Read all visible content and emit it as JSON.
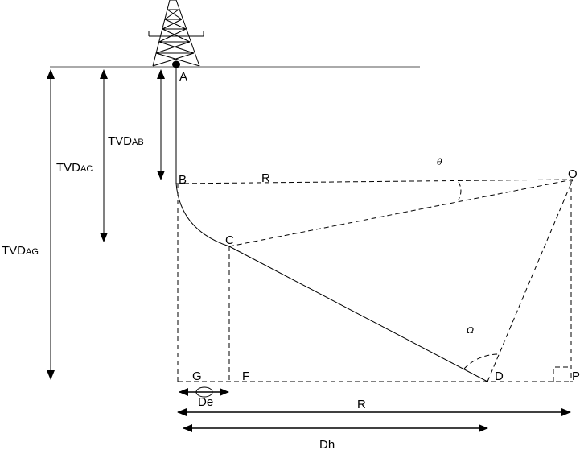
{
  "points": {
    "A": "A",
    "B": "B",
    "C": "C",
    "O": "O",
    "G": "G",
    "F": "F",
    "D": "D",
    "P": "P"
  },
  "dimensions": {
    "tvd_ab": {
      "main": "TVD",
      "sub": "AB"
    },
    "tvd_ac": {
      "main": "TVD",
      "sub": "AC"
    },
    "tvd_ag": {
      "main": "TVD",
      "sub": "AG"
    },
    "radius_top": "R",
    "radius_bottom": "R",
    "de": "De",
    "dh": "Dh"
  },
  "angles": {
    "theta": "θ",
    "omega": "Ω"
  },
  "colors": {
    "line": "#000000",
    "ground": "#777777"
  }
}
